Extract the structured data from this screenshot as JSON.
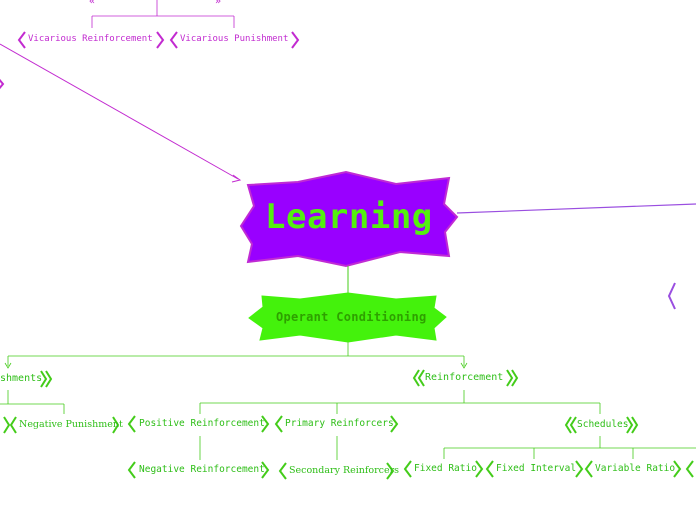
{
  "central": {
    "label": "Learning"
  },
  "operant": {
    "label": "Operant Conditioning"
  },
  "vicarious": {
    "reinforcement": "Vicarious Reinforcement",
    "punishment": "Vicarious Punishment"
  },
  "punishments": {
    "label": "shments",
    "negative": "Negative Punishment"
  },
  "reinforcement": {
    "label": "Reinforcement",
    "positive": "Positive Reinforcement",
    "negative": "Negative Reinforcement",
    "primary": "Primary Reinforcers",
    "secondary": "Secondary Reinforcers"
  },
  "schedules": {
    "label": "Schedules",
    "items": [
      "Fixed Ratio",
      "Fixed Interval",
      "Variable Ratio"
    ]
  },
  "colors": {
    "central_fill": "#9900ff",
    "central_stroke": "#c02bd4",
    "central_text": "#54f00f",
    "operant_fill": "#44f20c",
    "operant_text": "#2ea000",
    "pink_lines": "#c22bd0",
    "purple_line": "#9a4ee0",
    "green_lines": "#44cc1a"
  }
}
